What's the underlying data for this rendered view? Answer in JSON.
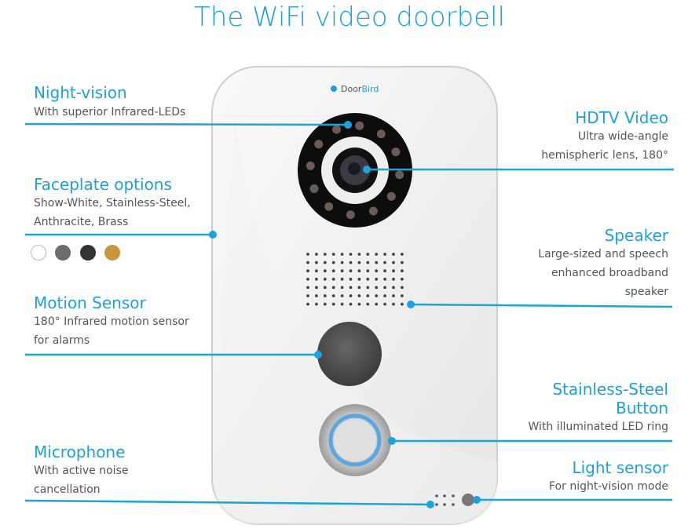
{
  "title": "The WiFi video doorbell",
  "brand": {
    "prefix": "Door",
    "suffix": "Bird"
  },
  "colors": {
    "accent": "#1ea0db",
    "line": "#1aa3dc"
  },
  "features": {
    "night_vision": {
      "title": "Night-vision",
      "desc": "With superior Infrared-LEDs"
    },
    "faceplate": {
      "title": "Faceplate options",
      "desc_line1": "Show-White, Stainless-Steel,",
      "desc_line2": "Anthracite, Brass",
      "swatches": [
        {
          "name": "Show-White",
          "color": "#ffffff"
        },
        {
          "name": "Stainless-Steel",
          "color": "#6c6c6c"
        },
        {
          "name": "Anthracite",
          "color": "#333333"
        },
        {
          "name": "Brass",
          "color": "#c9963f"
        }
      ]
    },
    "motion": {
      "title": "Motion Sensor",
      "desc_line1": "180° Infrared motion sensor",
      "desc_line2": "for alarms"
    },
    "microphone": {
      "title": "Microphone",
      "desc_line1": "With active noise",
      "desc_line2": "cancellation"
    },
    "hdtv": {
      "title": "HDTV Video",
      "desc_line1": "Ultra wide-angle",
      "desc_line2": "hemispheric lens, 180°"
    },
    "speaker": {
      "title": "Speaker",
      "desc_line1": "Large-sized and speech",
      "desc_line2": "enhanced broadband",
      "desc_line3": "speaker"
    },
    "button": {
      "title_line1": "Stainless-Steel",
      "title_line2": "Button",
      "desc": "With illuminated LED ring"
    },
    "light_sensor": {
      "title": "Light sensor",
      "desc": "For night-vision mode"
    }
  }
}
